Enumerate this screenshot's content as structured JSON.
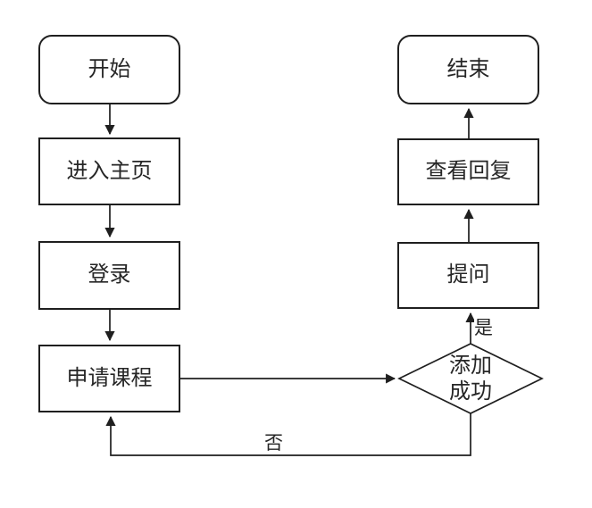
{
  "diagram": {
    "background": "#ffffff",
    "stroke_color": "#1f1f1f",
    "text_color": "#262626",
    "nodes": [
      {
        "id": "start",
        "type": "terminator",
        "label": "开始"
      },
      {
        "id": "enter-home",
        "type": "process",
        "label": "进入主页"
      },
      {
        "id": "login",
        "type": "process",
        "label": "登录"
      },
      {
        "id": "apply-course",
        "type": "process",
        "label": "申请课程"
      },
      {
        "id": "add-success",
        "type": "decision",
        "label": "添加成功",
        "label_line1": "添加",
        "label_line2": "成功"
      },
      {
        "id": "ask-question",
        "type": "process",
        "label": "提问"
      },
      {
        "id": "view-reply",
        "type": "process",
        "label": "查看回复"
      },
      {
        "id": "end",
        "type": "terminator",
        "label": "结束"
      }
    ],
    "edge_labels": {
      "yes": "是",
      "no": "否"
    }
  }
}
